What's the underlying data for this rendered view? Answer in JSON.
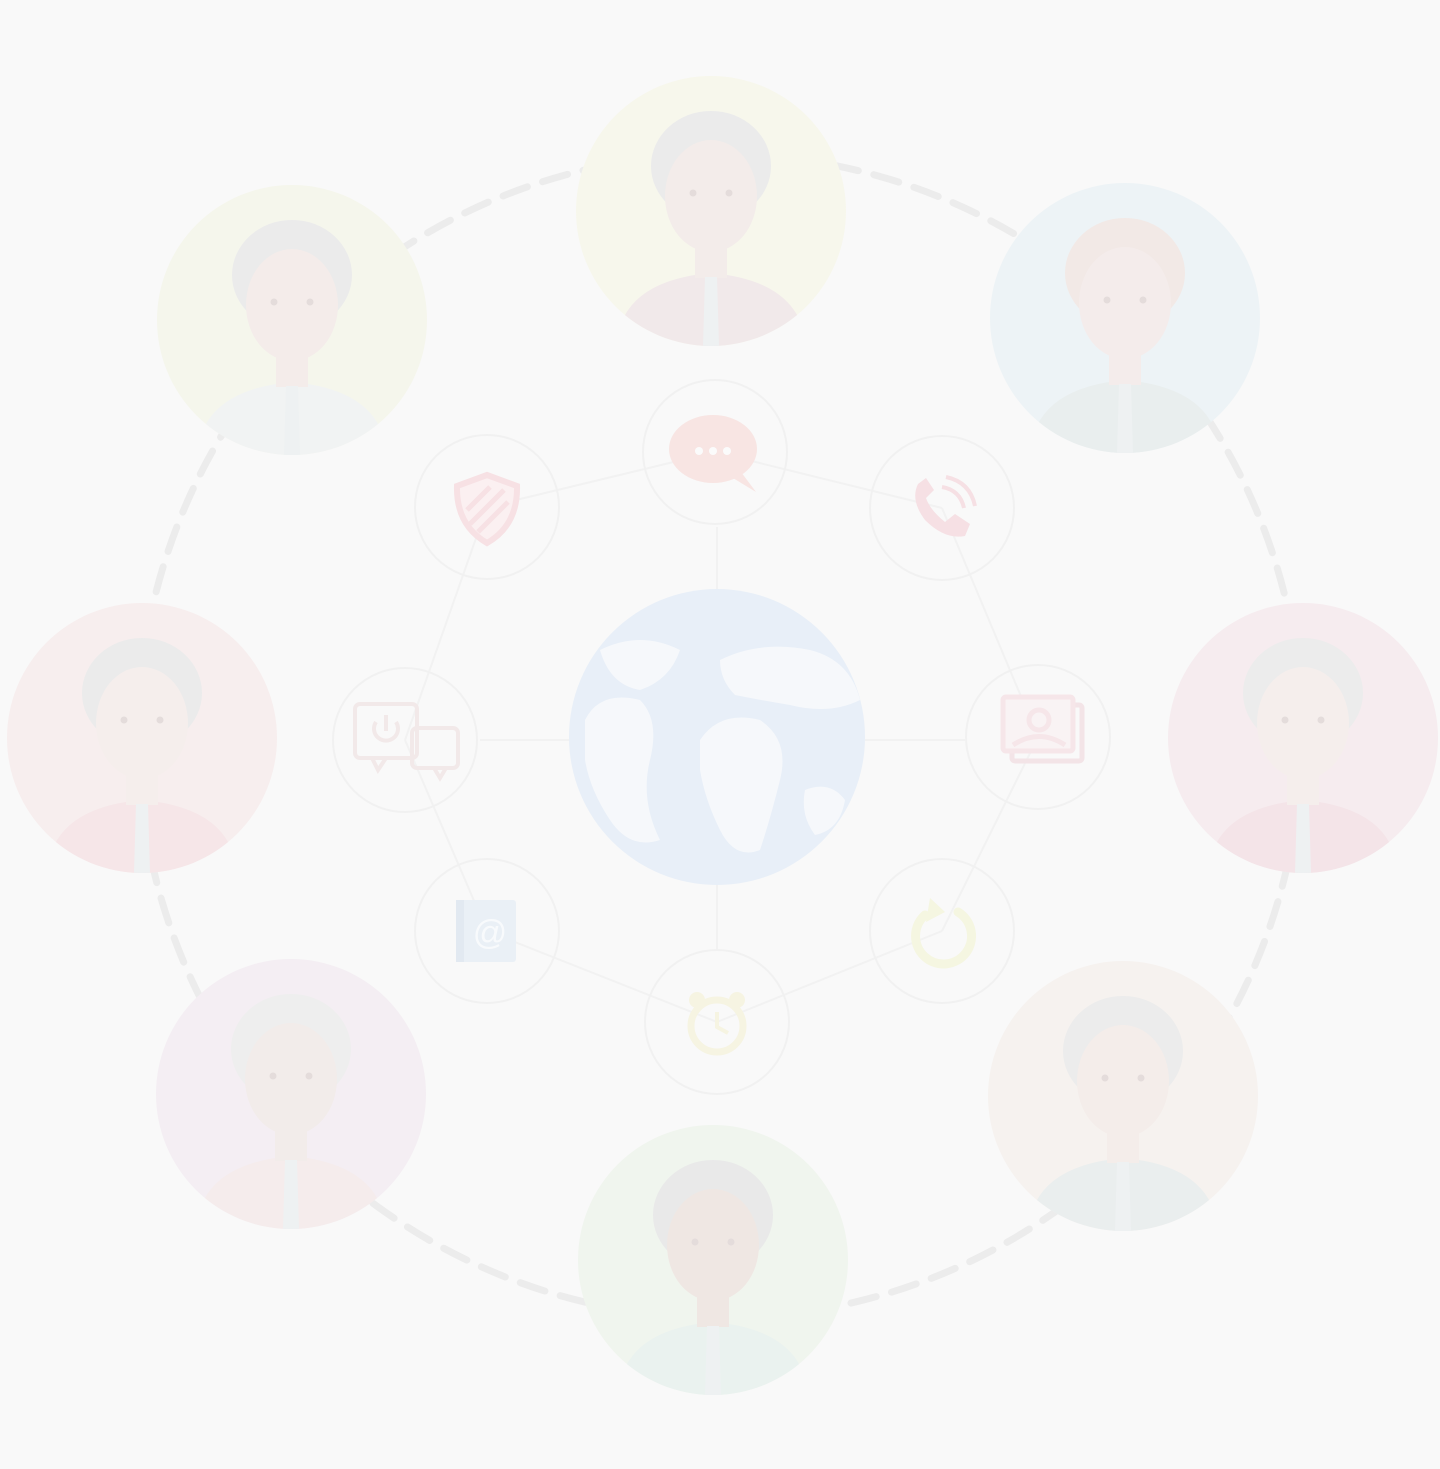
{
  "colors": {
    "background": "#f9f9f9",
    "connector_dash": "#ececec",
    "hub_line": "#f1f1f1",
    "globe_ocean": "#e8eff8",
    "globe_land": "#f4f7fb"
  },
  "center": {
    "icon": "globe-icon"
  },
  "avatars": [
    {
      "name": "avatar-woman-top",
      "icon": "woman-avatar-icon",
      "bg": "#f7f7ec",
      "skin": "#f3ecea",
      "hair": "#ebebeb",
      "shirt": "#f1e9ea"
    },
    {
      "name": "avatar-man-top-right-glasses",
      "icon": "man-glasses-avatar-icon",
      "bg": "#edf3f6",
      "skin": "#f4eceb",
      "hair": "#f2e9e6",
      "shirt": "#e9eeee"
    },
    {
      "name": "avatar-woman-right",
      "icon": "woman-avatar-icon",
      "bg": "#f6ecef",
      "skin": "#f5eeec",
      "hair": "#ececec",
      "shirt": "#f4e4e8"
    },
    {
      "name": "avatar-man-bottom-right-goatee",
      "icon": "man-goatee-avatar-icon",
      "bg": "#f6f2ef",
      "skin": "#f4edea",
      "hair": "#ececec",
      "shirt": "#eaeeee"
    },
    {
      "name": "avatar-woman-bottom-curly",
      "icon": "woman-curly-avatar-icon",
      "bg": "#f0f5ee",
      "skin": "#efe7e3",
      "hair": "#e9e9e9",
      "shirt": "#eaf2ef"
    },
    {
      "name": "avatar-man-bottom-left-glasses-mustache",
      "icon": "man-glasses-mustache-avatar-icon",
      "bg": "#f4eef3",
      "skin": "#f2ecea",
      "hair": "#eeeeee",
      "shirt": "#f5ecec"
    },
    {
      "name": "avatar-woman-left",
      "icon": "woman-avatar-icon",
      "bg": "#f7eeee",
      "skin": "#f5eeec",
      "hair": "#ebebeb",
      "shirt": "#f6e6e8"
    },
    {
      "name": "avatar-man-top-left-beard",
      "icon": "man-beard-avatar-icon",
      "bg": "#f5f6ec",
      "skin": "#f4ecea",
      "hair": "#ebebeb",
      "shirt": "#f1f3f3"
    }
  ],
  "hub_icons": [
    {
      "name": "chat-bubble-icon",
      "color": "#f8e5e3"
    },
    {
      "name": "phone-call-icon",
      "color": "#f6e0e4"
    },
    {
      "name": "settings-presentation-icon",
      "color": "#f6e6e9"
    },
    {
      "name": "refresh-icon",
      "color": "#f5f6e1"
    },
    {
      "name": "alarm-clock-icon",
      "color": "#f6f4e2"
    },
    {
      "name": "email-address-book-icon",
      "color": "#e8eff6"
    },
    {
      "name": "power-chat-icon",
      "color": "#f4ecec"
    },
    {
      "name": "shield-icon",
      "color": "#f7e1e4"
    }
  ]
}
